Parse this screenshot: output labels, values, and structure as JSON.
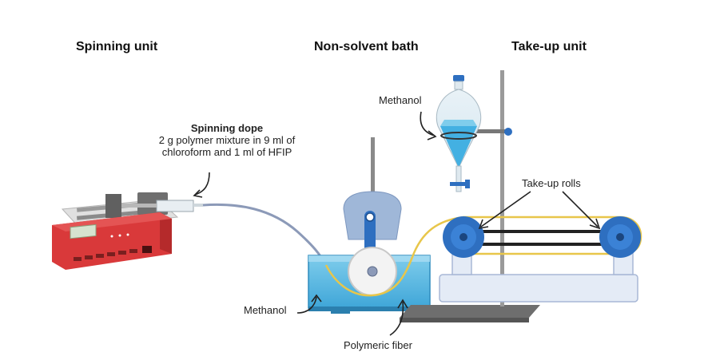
{
  "headers": {
    "spinning_unit": "Spinning unit",
    "bath": "Non-solvent bath",
    "takeup": "Take-up unit"
  },
  "labels": {
    "dope_title": "Spinning dope",
    "dope_line1": "2 g polymer mixture in 9 ml of",
    "dope_line2": "chloroform and 1 ml of HFIP",
    "methanol_top": "Methanol",
    "methanol_bath": "Methanol",
    "takeup_rolls": "Take-up rolls",
    "fiber": "Polymeric fiber"
  },
  "colors": {
    "pump_red": "#d9393a",
    "methanol_blue": "#5bb8e0",
    "roll_blue": "#2e6fc0",
    "fiber_yellow": "#e8c64a",
    "tube_gray": "#8c9ab8"
  }
}
